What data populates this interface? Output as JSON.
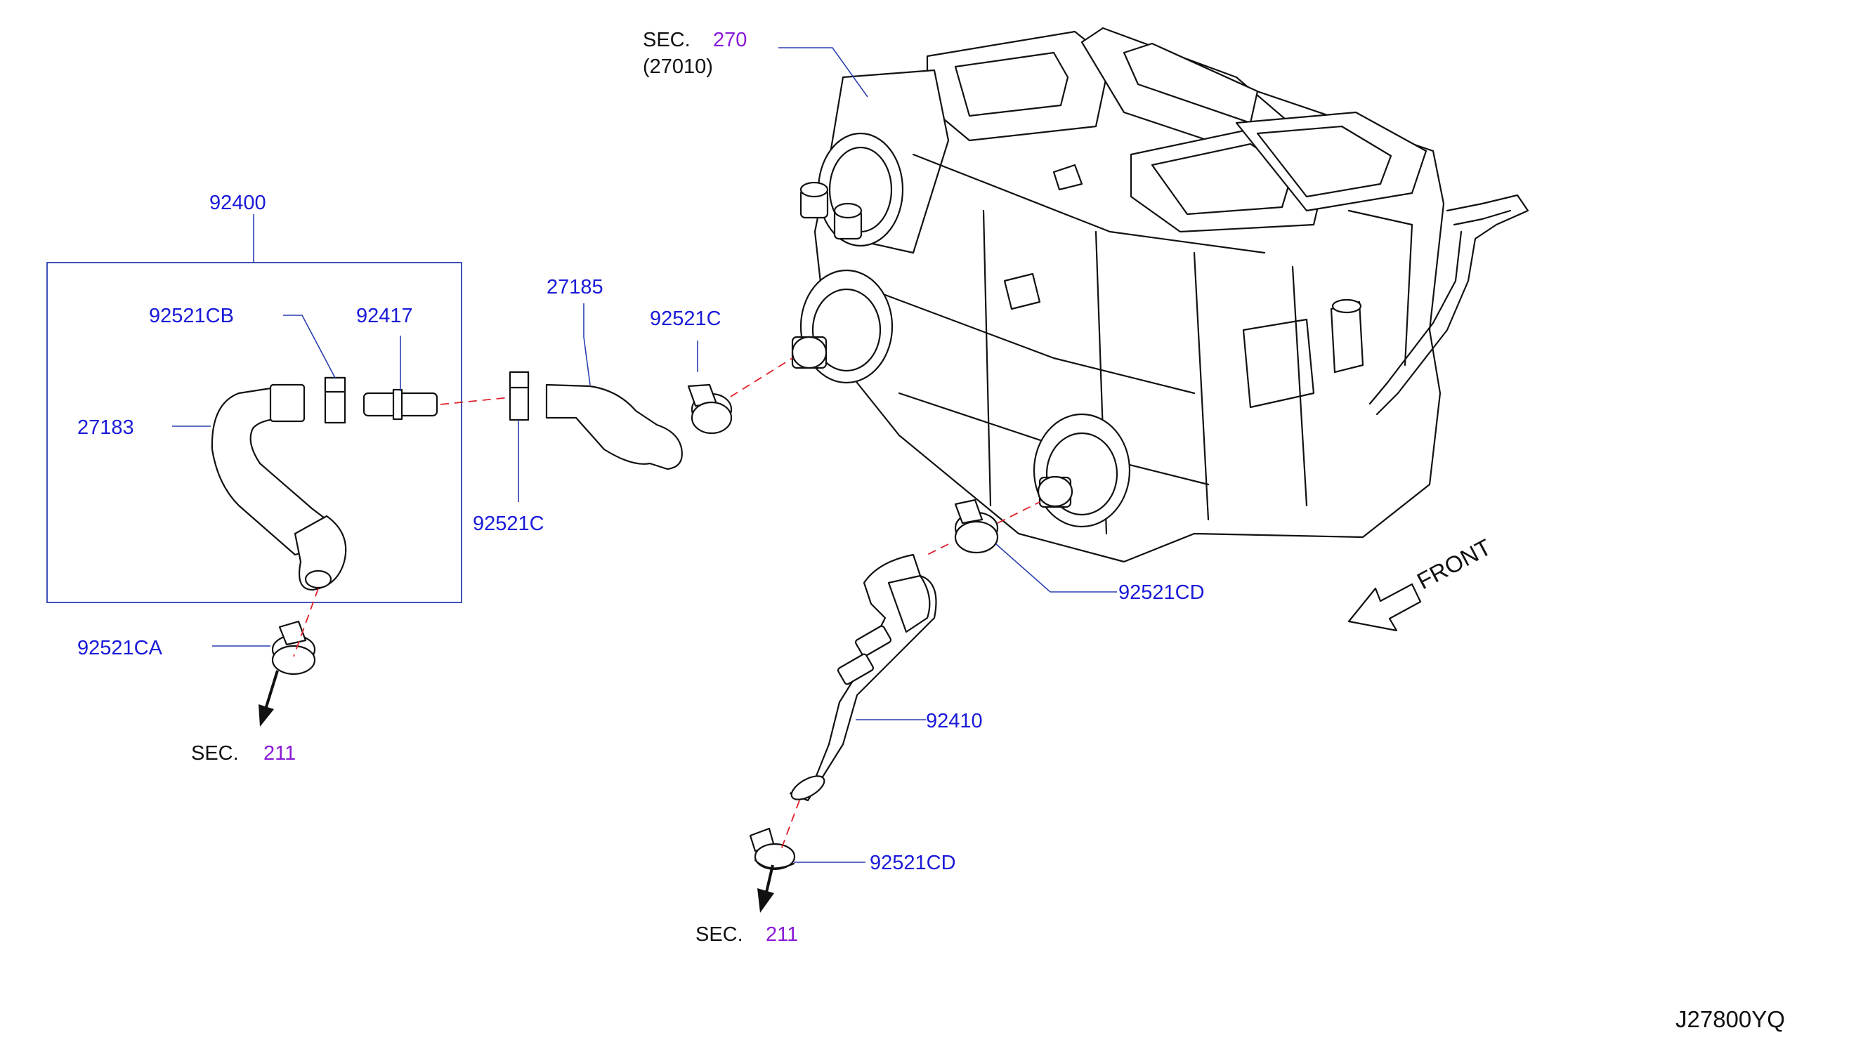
{
  "diagram_id": "J27800YQ",
  "colors": {
    "part_number": "#1a1ad8",
    "section_ref": "#8a1ad8",
    "leader": "#2a3fb0",
    "centerline": "#e0202a",
    "ink": "#111111"
  },
  "sections": {
    "heater_unit": {
      "prefix": "SEC.",
      "number": "270",
      "sub": "(27010)"
    },
    "engine_side_left": {
      "prefix": "SEC.",
      "number": "211"
    },
    "engine_side_bottom": {
      "prefix": "SEC.",
      "number": "211"
    }
  },
  "kit": {
    "number": "92400"
  },
  "parts": {
    "p92521cb": "92521CB",
    "p92417": "92417",
    "p27183": "27183",
    "p27185": "27185",
    "p92521c_top": "92521C",
    "p92521c_bottom": "92521C",
    "p92521ca": "92521CA",
    "p92521cd_right": "92521CD",
    "p92410": "92410",
    "p92521cd_bottom": "92521CD"
  },
  "front_label": "FRONT"
}
